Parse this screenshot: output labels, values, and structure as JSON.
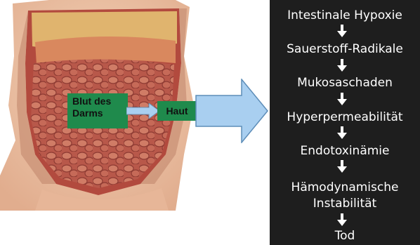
{
  "labels": {
    "blood_line1": "Blut des",
    "blood_line2": "Darms",
    "skin": "Haut"
  },
  "cascade": [
    "Intestinale Hypoxie",
    "Sauerstoff-Radikale",
    "Mukosaschaden",
    "Hyperpermeabilität",
    "Endotoxinämie",
    "Hämodynamische",
    "Instabilität",
    "Tod"
  ],
  "colors": {
    "label_box": "#1f8a4c",
    "big_arrow_fill": "#a9cff0",
    "panel_bg": "#1e1e1e",
    "panel_text": "#ffffff"
  }
}
